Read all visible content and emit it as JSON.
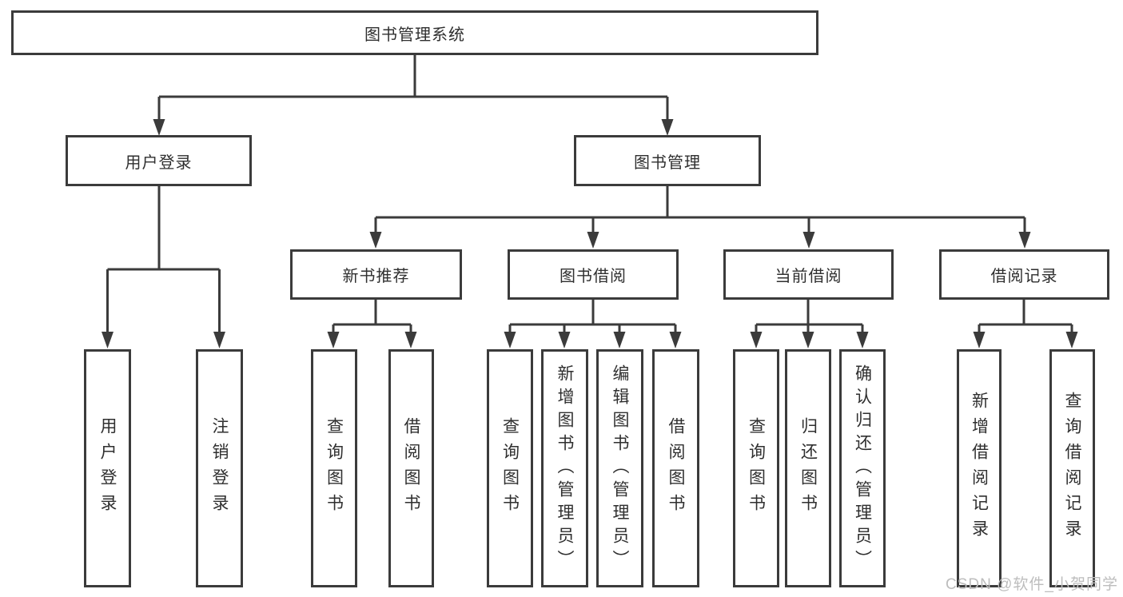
{
  "diagram": {
    "nodes": {
      "root": {
        "label": "图书管理系统"
      },
      "user_login": {
        "label": "用户登录"
      },
      "book_management": {
        "label": "图书管理"
      },
      "new_book_recommend": {
        "label": "新书推荐"
      },
      "book_borrow": {
        "label": "图书借阅"
      },
      "current_borrow": {
        "label": "当前借阅"
      },
      "borrow_records": {
        "label": "借阅记录"
      }
    },
    "leaves": {
      "user_login": {
        "label": "用户登录"
      },
      "logout": {
        "label": "注销登录"
      },
      "nb_query_books": {
        "label": "查询图书"
      },
      "nb_borrow_books": {
        "label": "借阅图书"
      },
      "bb_query_books": {
        "label": "查询图书"
      },
      "bb_add_books_admin": {
        "label": "新增图书（管理员）"
      },
      "bb_edit_books_admin": {
        "label": "编辑图书（管理员）"
      },
      "bb_borrow_books": {
        "label": "借阅图书"
      },
      "cb_query_books": {
        "label": "查询图书"
      },
      "cb_return_books": {
        "label": "归还图书"
      },
      "cb_confirm_return_admin": {
        "label": "确认归还（管理员）"
      },
      "br_add_record": {
        "label": "新增借阅记录"
      },
      "br_query_record": {
        "label": "查询借阅记录"
      }
    },
    "watermark": "CSDN @软件_小贺同学",
    "colors": {
      "line": "#3b3b3b",
      "text": "#2f2f2f",
      "background": "#ffffff",
      "watermark": "#bdbdbd"
    }
  }
}
